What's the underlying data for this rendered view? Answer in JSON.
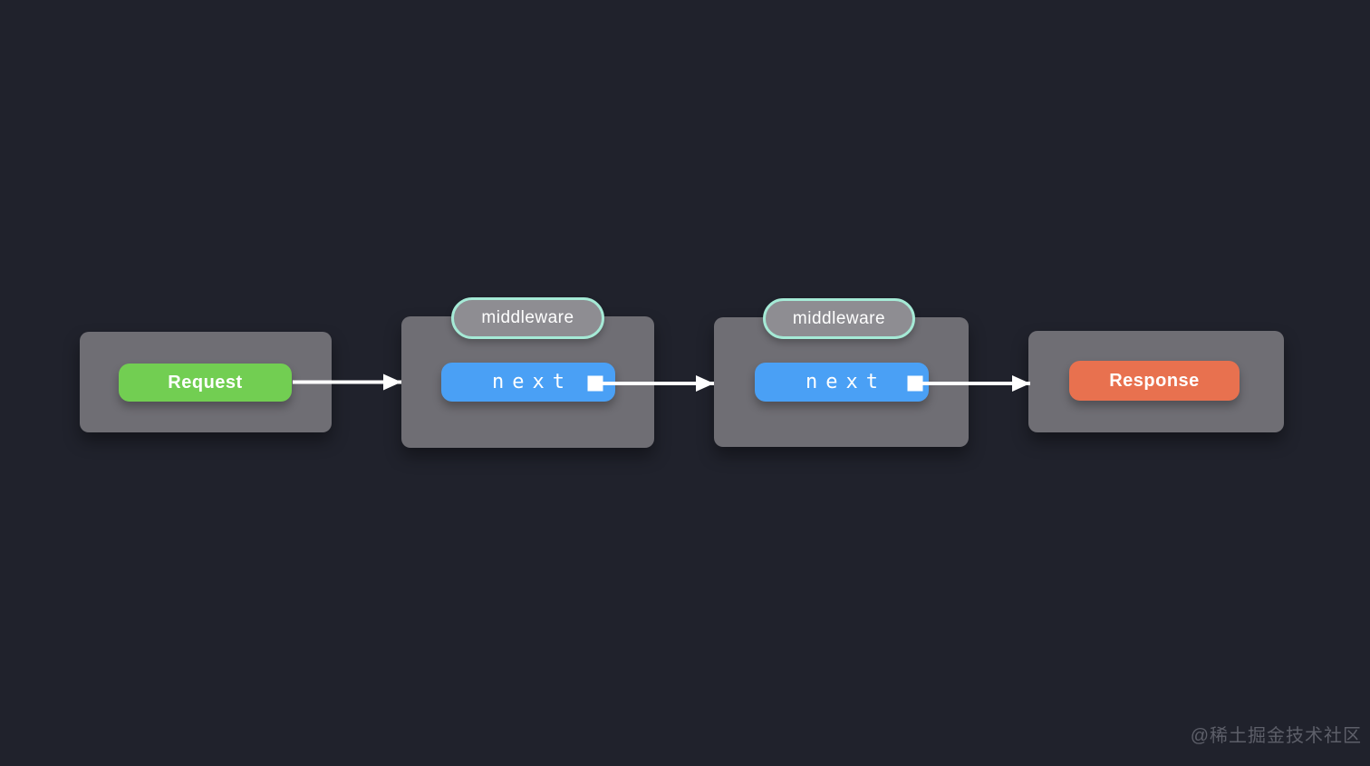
{
  "diagram": {
    "nodes": {
      "request": {
        "label": "Request"
      },
      "middleware1": {
        "tag": "middleware",
        "button": "next"
      },
      "middleware2": {
        "tag": "middleware",
        "button": "next"
      },
      "response": {
        "label": "Response"
      }
    },
    "flow_order": [
      "Request",
      "middleware (next)",
      "middleware (next)",
      "Response"
    ]
  },
  "watermark": {
    "text": "@稀土掘金技术社区"
  },
  "colors": {
    "background": "#20222c",
    "node-box": "#6f6e74",
    "pill-fill": "#8e8d92",
    "pill-border": "#a5ead6",
    "request-green": "#72ce52",
    "next-blue": "#4aa0f5",
    "response-orange": "#e8714f",
    "arrow-white": "#ffffff",
    "watermark-gray": "#5d5f69"
  }
}
